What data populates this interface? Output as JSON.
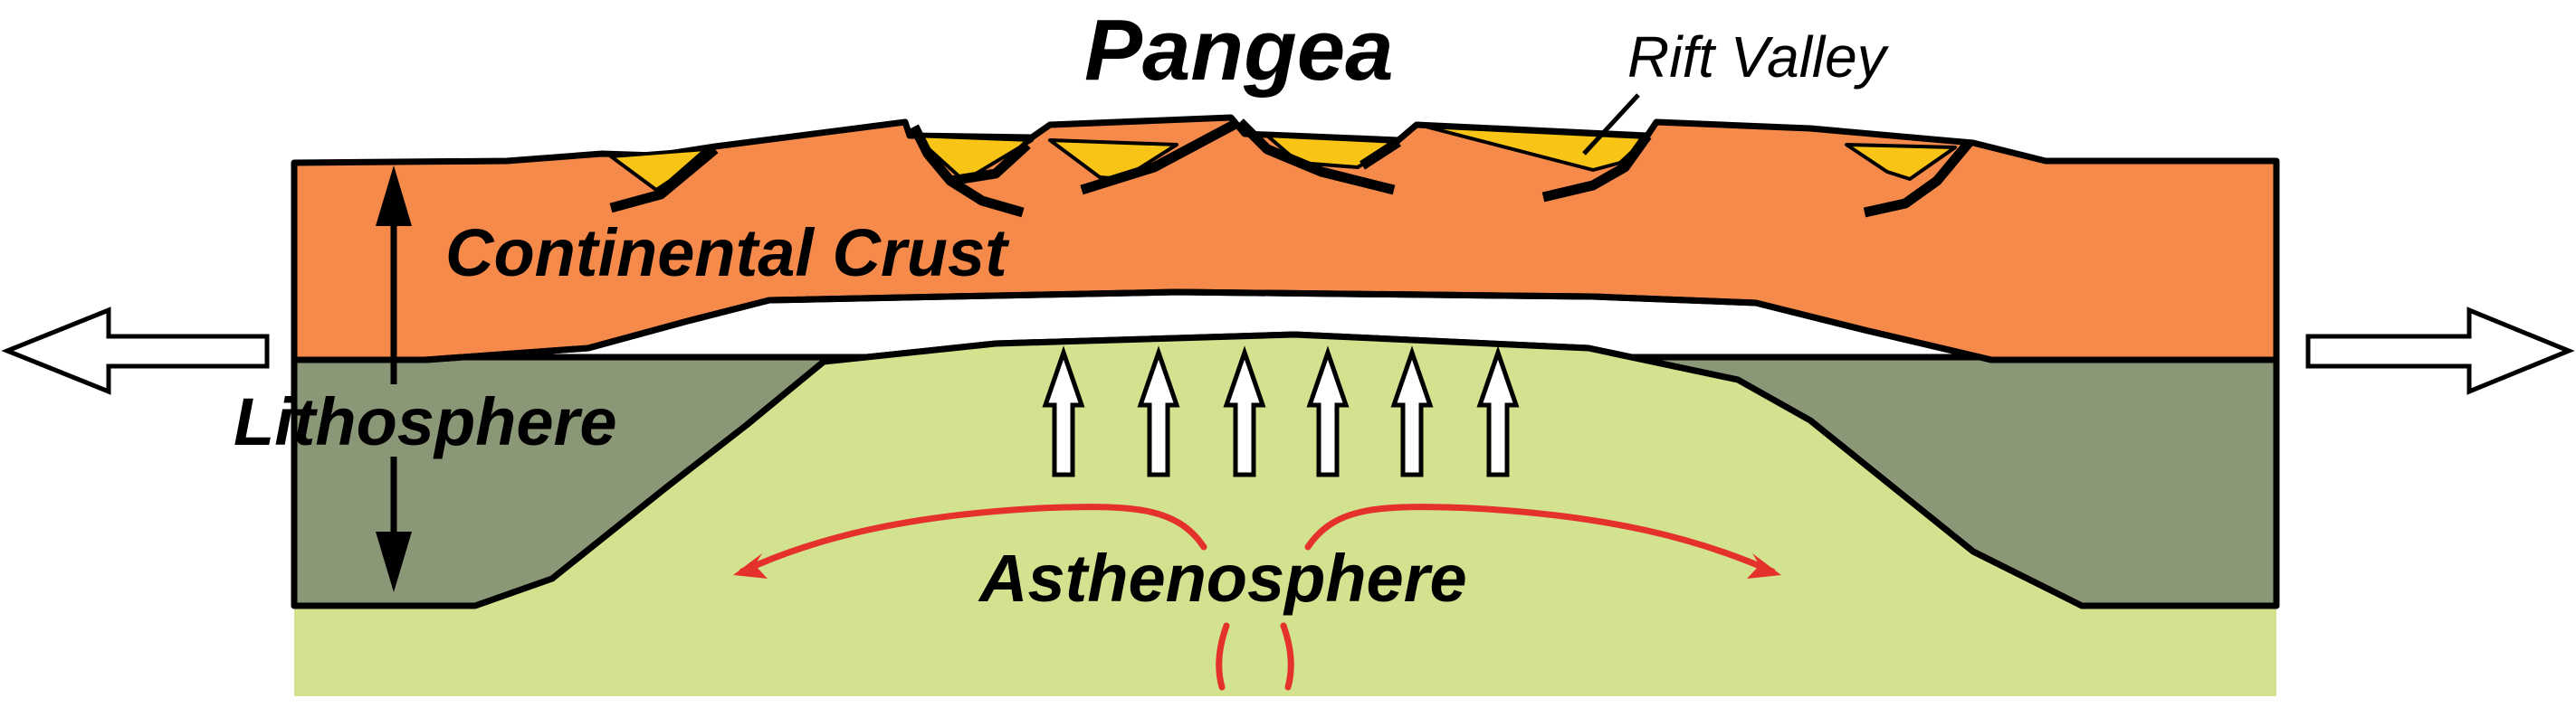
{
  "diagram": {
    "title": "Pangea",
    "labels": {
      "rift_valley": "Rift Valley",
      "continental_crust": "Continental Crust",
      "lithosphere": "Lithosphere",
      "asthenosphere": "Asthenosphere"
    },
    "colors": {
      "continental_crust": "#f58a4b",
      "lithosphere_mantle": "#8b9878",
      "asthenosphere": "#d3e28e",
      "rift_sediment": "#f8c516",
      "convection_arrows": "#e5312b",
      "outlines": "#000000"
    },
    "icons": {
      "spreading_left": "hollow-arrow-left",
      "spreading_right": "hollow-arrow-right",
      "upwelling": "hollow-arrow-up",
      "thickness": "double-headed-arrow-vertical"
    }
  }
}
